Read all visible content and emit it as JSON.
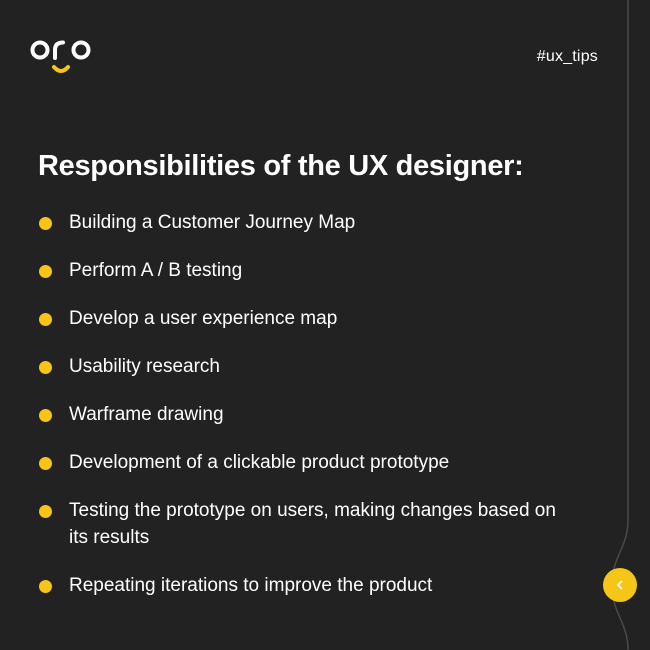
{
  "header": {
    "brand": "oro",
    "hashtag": "#ux_tips"
  },
  "main": {
    "title": "Responsibilities of the UX designer:",
    "items": [
      "Building a Customer Journey Map",
      "Perform A / B testing",
      "Develop a user experience map",
      "Usability research",
      "Warframe drawing",
      "Development of a clickable product prototype",
      "Testing the prototype on users, making changes based on its results",
      "Repeating iterations to improve the product"
    ]
  },
  "navigation": {
    "prev_icon": "chevron-left-icon"
  },
  "colors": {
    "background": "#222222",
    "accent": "#f5c518",
    "text": "#ffffff",
    "edge_line": "#4a4a4a"
  }
}
